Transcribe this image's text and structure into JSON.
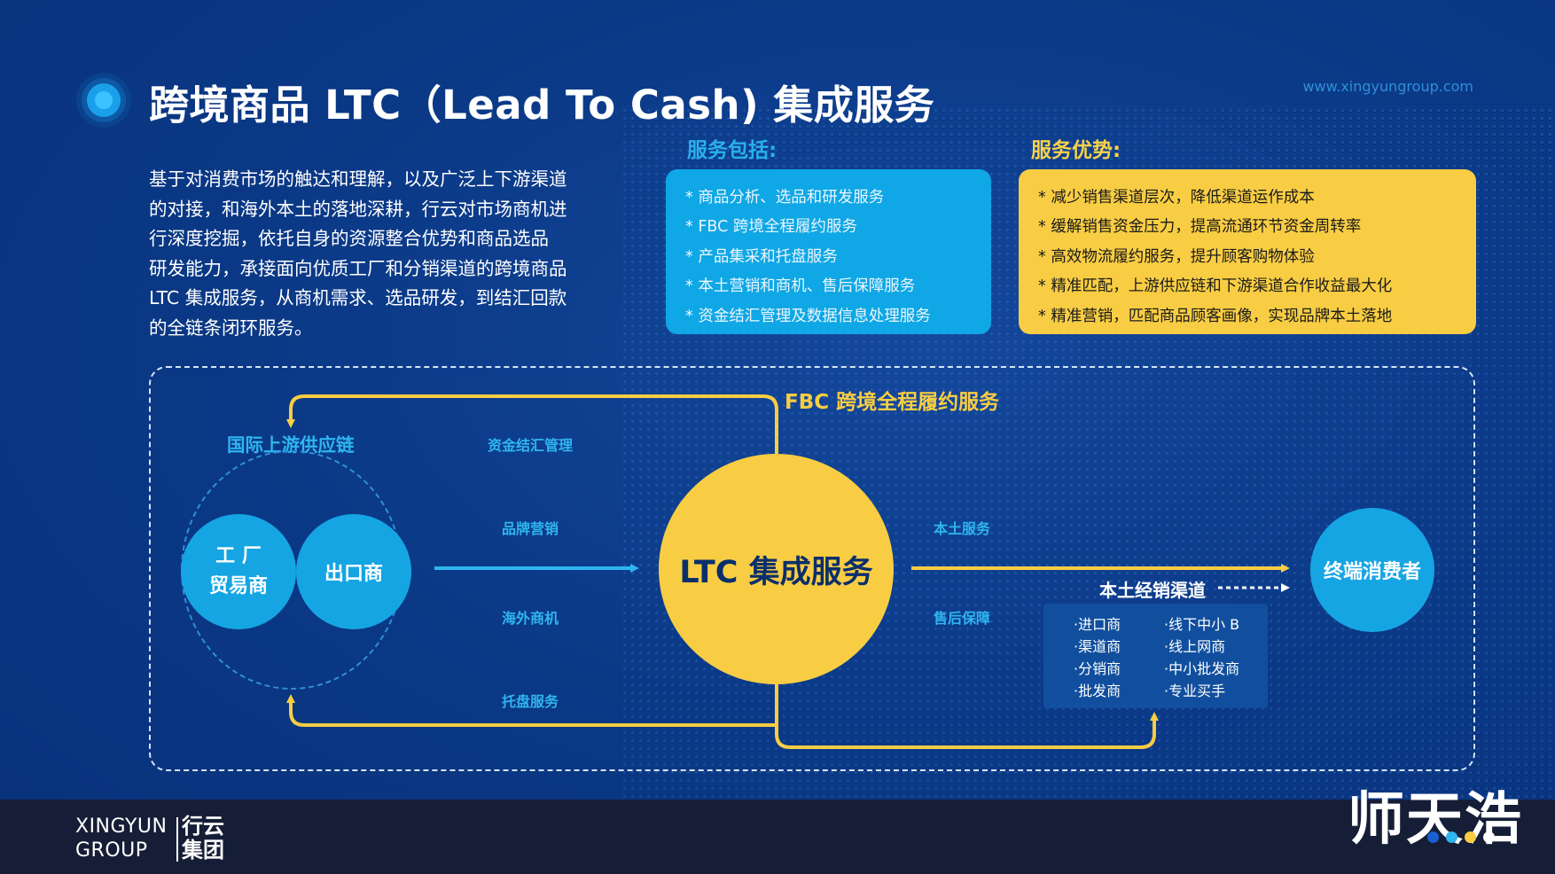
{
  "title": "跨境商品 LTC（Lead To Cash) 集成服务",
  "url": "www.xingyungroup.com",
  "intro": [
    "基于对消费市场的触达和理解，以及广泛上下游渠道",
    "的对接，和海外本土的落地深耕，行云对市场商机进",
    "行深度挖掘，依托自身的资源整合优势和商品选品",
    "研发能力，承接面向优质工厂和分销渠道的跨境商品",
    "LTC 集成服务，从商机需求、选品研发，到结汇回款",
    "的全链条闭环服务。"
  ],
  "services": {
    "title": "服务包括:",
    "items": [
      "* 商品分析、选品和研发服务",
      "* FBC 跨境全程履约服务",
      "* 产品集采和托盘服务",
      "* 本土营销和商机、售后保障服务",
      "* 资金结汇管理及数据信息处理服务"
    ]
  },
  "advantages": {
    "title": "服务优势:",
    "items": [
      "* 减少销售渠道层次，降低渠道运作成本",
      "* 缓解销售资金压力，提高流通环节资金周转率",
      "* 高效物流履约服务，提升顾客购物体验",
      "* 精准匹配，上游供应链和下游渠道合作收益最大化",
      "* 精准营销，匹配商品顾客画像，实现品牌本土落地"
    ]
  },
  "diagram": {
    "fbc_label": "FBC 跨境全程履约服务",
    "upstream_label": "国际上游供应链",
    "factory_line1": "工 厂",
    "factory_line2": "贸易商",
    "exporter": "出口商",
    "center": "LTC 集成服务",
    "consumer": "终端消费者",
    "left_labels": [
      "资金结汇管理",
      "品牌营销",
      "海外商机",
      "托盘服务"
    ],
    "right_labels": [
      "本土服务",
      "售后保障"
    ],
    "channel_title": "本土经销渠道",
    "channel_items": [
      "·进口商",
      "·线下中小 B",
      "·渠道商",
      "·线上网商",
      "·分销商",
      "·中小批发商",
      "·批发商",
      "·专业买手"
    ]
  },
  "footer": {
    "logo_en_line1": "XINGYUN",
    "logo_en_line2": "GROUP",
    "logo_cn_line1": "行云",
    "logo_cn_line2": "集团",
    "watermark": "师天浩"
  },
  "colors": {
    "background": "#0b3a88",
    "accent_blue": "#16a5e3",
    "accent_yellow": "#f8cd43",
    "footer": "#151e36"
  }
}
